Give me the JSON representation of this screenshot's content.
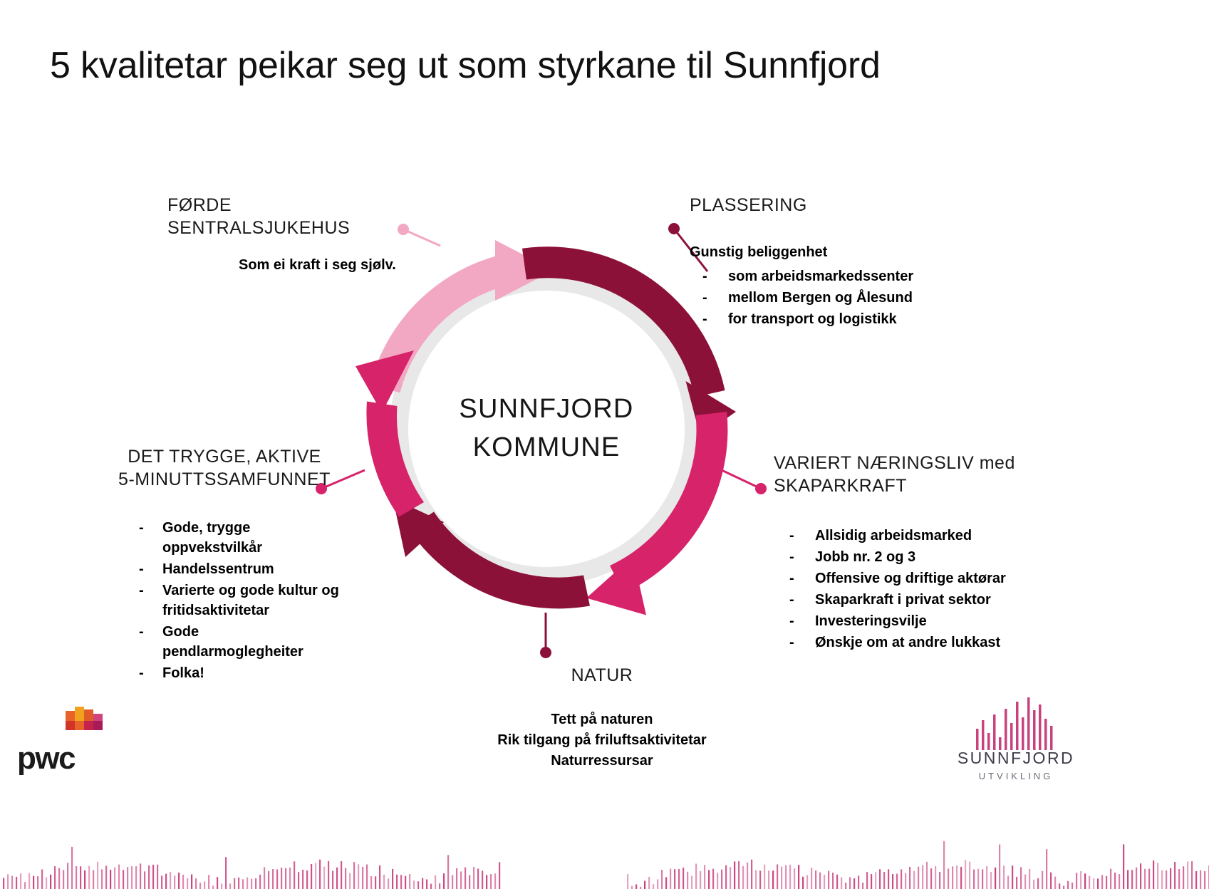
{
  "slide": {
    "title": "5 kvalitetar peikar seg ut som styrkane til Sunnfjord",
    "center_line1": "SUNNFJORD",
    "center_line2": "KOMMUNE"
  },
  "colors": {
    "dark_maroon": "#8C1139",
    "crimson": "#D6236A",
    "pink_light": "#F2A7C3",
    "ring_gray": "#E8E8E8",
    "text": "#1a1a1a"
  },
  "callouts": {
    "forde": {
      "heading": "FØRDE SENTRALSJUKEHUS",
      "text": "Som ei kraft i seg sjølv."
    },
    "plassering": {
      "heading": "PLASSERING",
      "lead": "Gunstig beliggenhet",
      "bullets": [
        "som arbeidsmarkedssenter",
        "mellom Bergen og Ålesund",
        "for transport og logistikk"
      ],
      "dash": "-"
    },
    "naringsliv": {
      "heading_line1": "VARIERT NÆRINGSLIV med",
      "heading_line2": "SKAPARKRAFT",
      "bullets": [
        "Allsidig arbeidsmarked",
        "Jobb nr. 2 og 3",
        "Offensive og driftige aktørar",
        "Skaparkraft i privat sektor",
        "Investeringsvilje",
        "Ønskje om at andre lukkast"
      ],
      "dash": "-"
    },
    "trygge": {
      "heading_line1": "DET TRYGGE, AKTIVE",
      "heading_line2": "5-MINUTTSSAMFUNNET",
      "bullets": [
        "Gode, trygge oppvekstvilkår",
        "Handelssentrum",
        "Varierte og gode kultur og fritidsaktivitetar",
        "Gode pendlarmoglegheiter",
        "Folka!"
      ],
      "dash": "-"
    },
    "natur": {
      "heading": "NATUR",
      "line1": "Tett på naturen",
      "line2": "Rik tilgang på friluftsaktivitetar",
      "line3": "Naturressursar"
    }
  },
  "logos": {
    "pwc": "pwc",
    "sunnfjord_name": "SUNNFJORD",
    "sunnfjord_sub": "UTVIKLING"
  }
}
